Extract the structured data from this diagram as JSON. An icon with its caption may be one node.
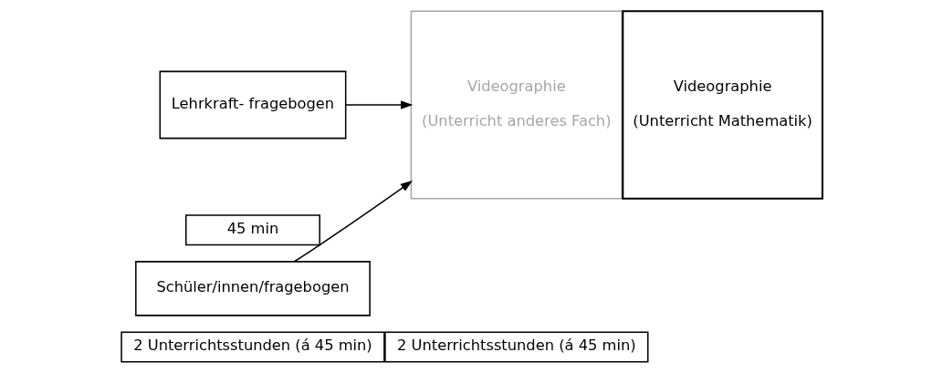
{
  "diagram": {
    "nodes": [
      {
        "text": [
          "Lehrkraft- fragebogen"
        ]
      },
      {
        "text": [
          "45 min"
        ]
      },
      {
        "text": [
          "Schüler/innen/fragebogen"
        ]
      },
      {
        "text": [
          "2 Unterrichtsstunden (á 45 min)"
        ]
      },
      {
        "text": [
          "Videographie",
          "(Unterricht anderes Fach)"
        ]
      },
      {
        "text": [
          "Videographie",
          "(Unterricht Mathematik)"
        ]
      },
      {
        "text": [
          "2 Unterrichtsstunden (á 45 min)"
        ]
      }
    ],
    "edges": [
      {
        "from": 0,
        "to": 4,
        "arrow": "to"
      },
      {
        "from": 2,
        "to": 4,
        "arrow": "to"
      }
    ]
  }
}
